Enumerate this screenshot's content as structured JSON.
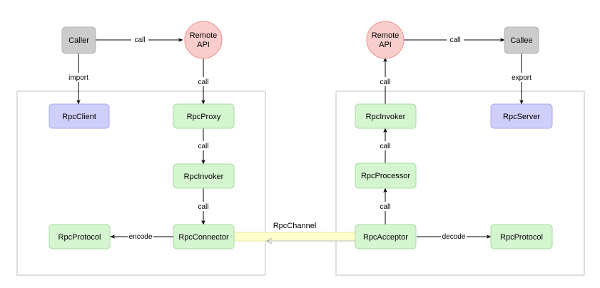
{
  "nodes": {
    "caller": "Caller",
    "remote_api_left": [
      "Remote",
      "API"
    ],
    "rpc_client": "RpcClient",
    "rpc_proxy": "RpcProxy",
    "rpc_invoker_left": "RpcInvoker",
    "rpc_connector": "RpcConnector",
    "rpc_protocol_left": "RpcProtocol",
    "remote_api_right": [
      "Remote",
      "API"
    ],
    "callee": "Callee",
    "rpc_invoker_right": "RpcInvoker",
    "rpc_server": "RpcServer",
    "rpc_processor": "RpcProcessor",
    "rpc_acceptor": "RpcAcceptor",
    "rpc_protocol_right": "RpcProtocol"
  },
  "edges": {
    "caller_to_api": "call",
    "caller_import": "import",
    "api_to_proxy": "call",
    "proxy_to_invoker": "call",
    "invoker_to_connector": "call",
    "connector_encode": "encode",
    "channel": "RpcChannel",
    "acceptor_decode": "decode",
    "acceptor_to_processor": "call",
    "processor_to_invoker": "call",
    "invoker_to_api": "call",
    "api_to_callee": "call",
    "callee_export": "export"
  },
  "colors": {
    "gray_node": "#cccccc",
    "red_node": "#f8cecc",
    "red_node_border": "#ef8f8d",
    "blue_node": "#cfcffa",
    "blue_node_border": "#a8a8f0",
    "green_node": "#d5f5d0",
    "green_node_border": "#a6dca0",
    "channel_fill": "#ffffcc",
    "channel_border": "#e6e6a0",
    "panel_border": "#bfbfbf",
    "edge": "#000000"
  }
}
